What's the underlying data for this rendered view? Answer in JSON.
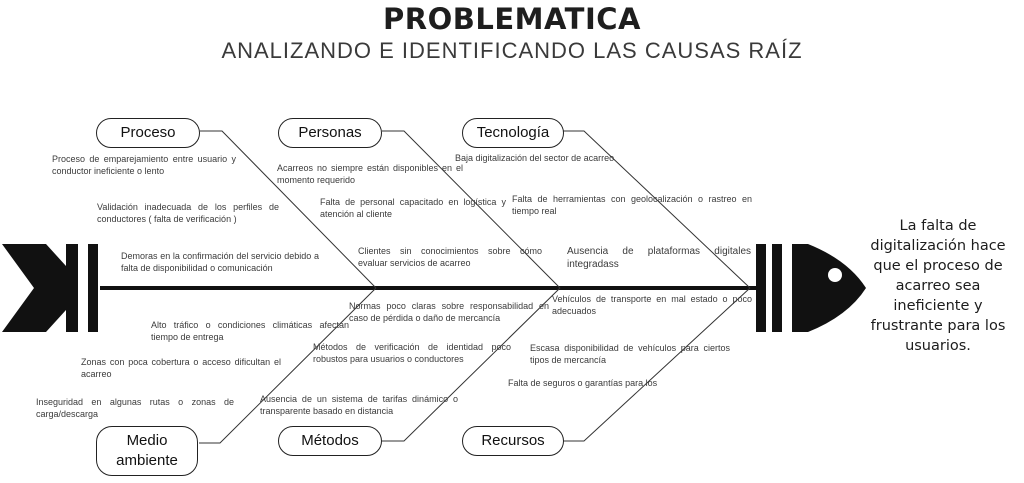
{
  "header": {
    "title": "PROBLEMATICA",
    "subtitle": "ANALIZANDO E IDENTIFICANDO LAS CAUSAS RAÍZ"
  },
  "categories": {
    "proceso": "Proceso",
    "personas": "Personas",
    "tecnologia": "Tecnología",
    "medio_ambiente": "Medio ambiente",
    "metodos": "Métodos",
    "recursos": "Recursos"
  },
  "causes": {
    "proceso": [
      "Proceso de emparejamiento entre usuario y conductor ineficiente o lento",
      "Validación inadecuada de los perfiles de conductores ( falta de verificación )",
      "Demoras en la confirmación del servicio debido a falta de disponibilidad o comunicación"
    ],
    "personas": [
      "Acarreos no siempre están disponibles en el momento requerido",
      "Falta de personal capacitado en logística y atención al cliente",
      "Clientes sin conocimientos sobre cómo evaluar servicios de acarreo"
    ],
    "tecnologia": [
      "Baja digitalización del sector de acarreo",
      "Falta de herramientas con geolocalización o rastreo en tiempo real",
      "Ausencia de plataformas digitales integradass"
    ],
    "medio_ambiente": [
      "Alto tráfico o condiciones climáticas afectan tiempo de entrega",
      "Zonas con poca cobertura o acceso dificultan el acarreo",
      "Inseguridad en algunas rutas o zonas de carga/descarga"
    ],
    "metodos": [
      "Normas poco claras sobre responsabilidad en caso de pérdida o daño de mercancía",
      "Métodos de verificación de identidad poco robustos para usuarios o conductores",
      "Ausencia de un sistema de tarifas dinámico o transparente basado en distancia"
    ],
    "recursos": [
      "Vehículos de transporte en mal estado o poco adecuados",
      "Escasa disponibilidad de vehículos para ciertos tipos de mercancía",
      "Falta de seguros o garantías para los"
    ]
  },
  "effect": "La falta de digitalización hace que el proceso de acarreo sea ineficiente y frustrante para los usuarios.",
  "colors": {
    "ink": "#111111",
    "text": "#3b3b3b",
    "background": "#ffffff"
  }
}
